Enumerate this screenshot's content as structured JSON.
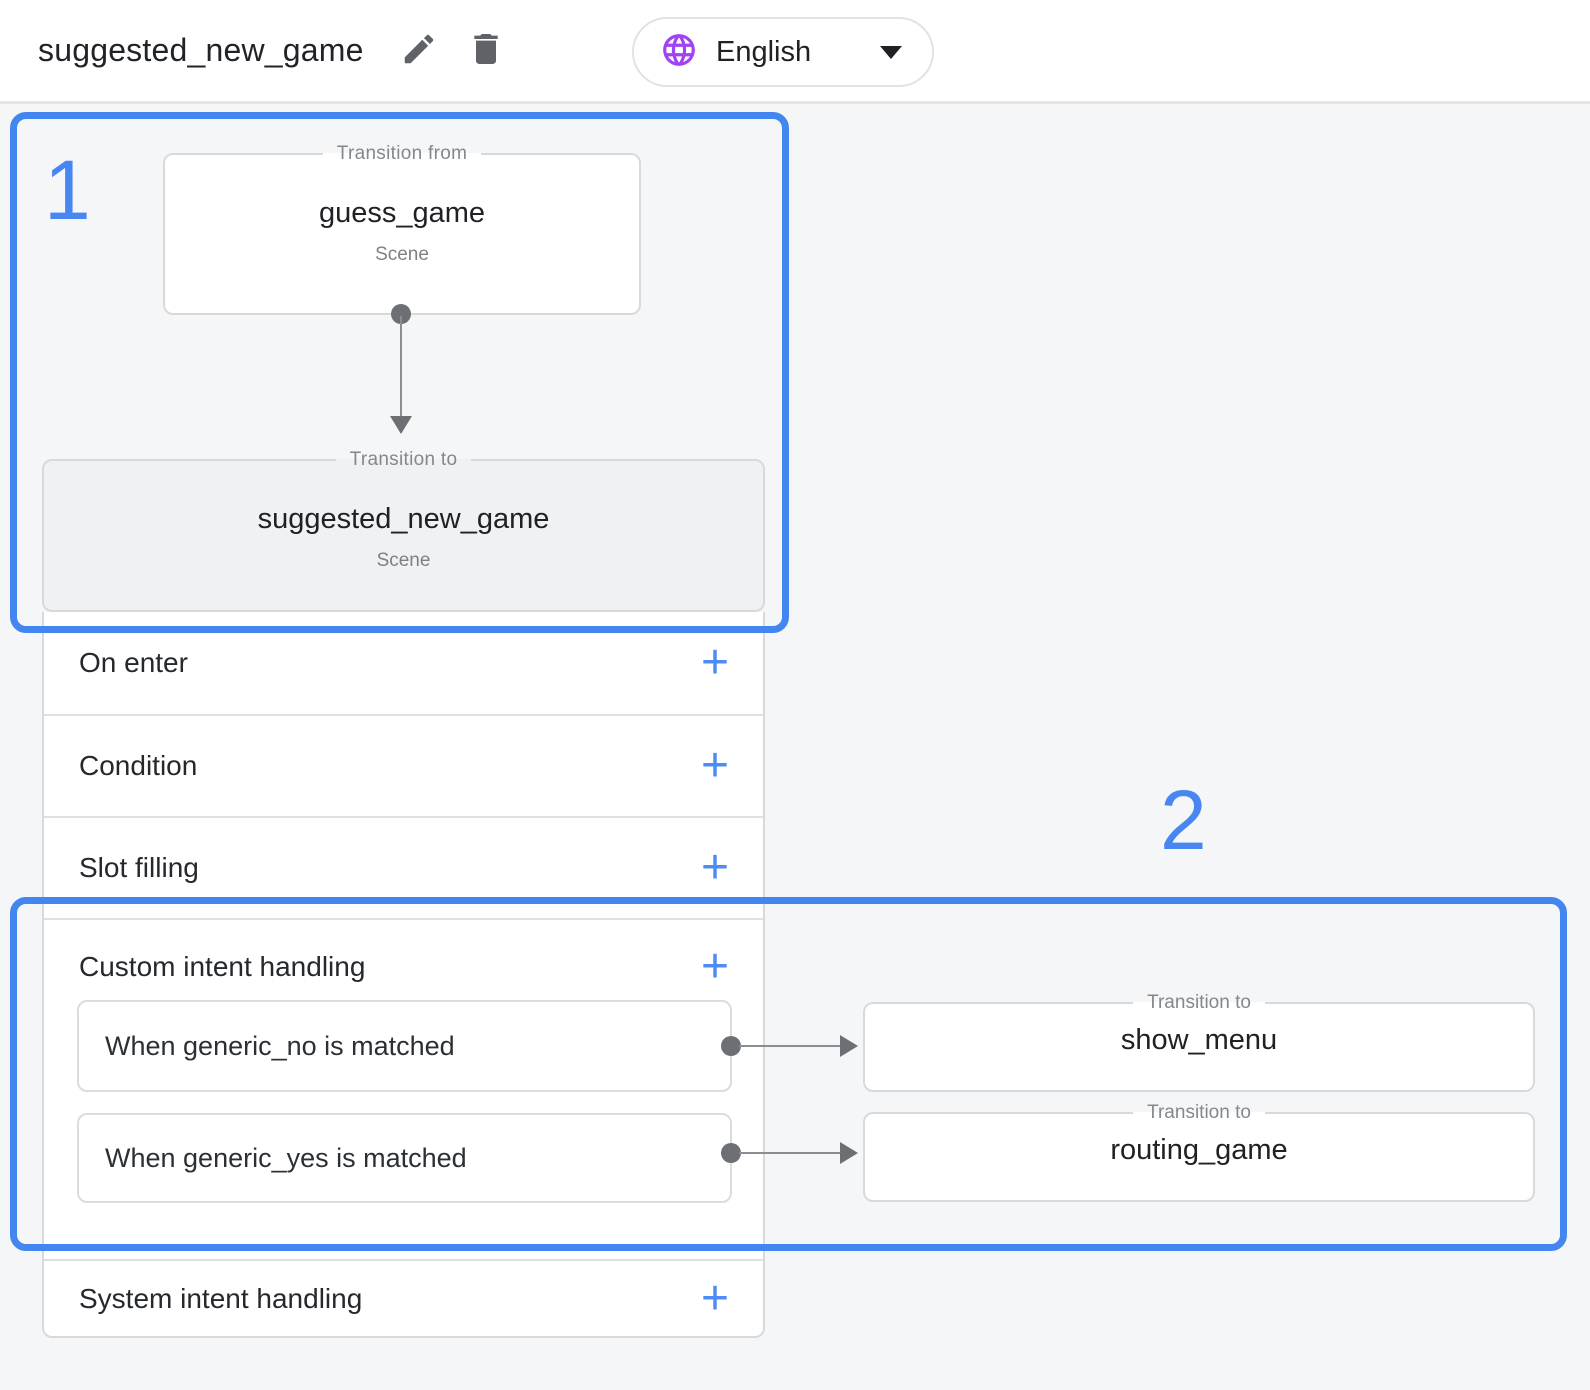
{
  "header": {
    "title": "suggested_new_game",
    "edit_icon": "pencil-icon",
    "delete_icon": "trash-icon",
    "language_selector": {
      "icon": "globe-icon",
      "label": "English"
    }
  },
  "canvas": {
    "transition_from": {
      "legend": "Transition from",
      "scene_name": "guess_game",
      "scene_type": "Scene"
    },
    "transition_to": {
      "legend": "Transition to",
      "scene_name": "suggested_new_game",
      "scene_type": "Scene"
    }
  },
  "scene_panel": {
    "add_icon": "+",
    "rows": [
      {
        "label": "On enter"
      },
      {
        "label": "Condition"
      },
      {
        "label": "Slot filling"
      }
    ],
    "custom_intent": {
      "label": "Custom intent handling",
      "items": [
        {
          "condition": "When generic_no is matched",
          "transition_legend": "Transition to",
          "target": "show_menu"
        },
        {
          "condition": "When generic_yes is matched",
          "transition_legend": "Transition to",
          "target": "routing_game"
        }
      ]
    },
    "system_intent": {
      "label": "System intent handling"
    }
  },
  "annotations": {
    "step1": "1",
    "step2": "2",
    "accent_color": "#4486f0"
  }
}
